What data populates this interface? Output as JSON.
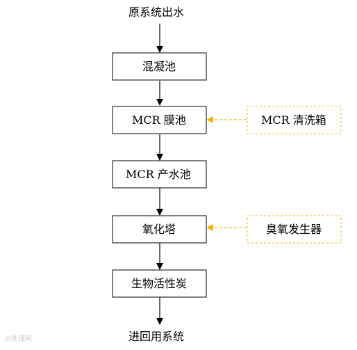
{
  "diagram": {
    "start_label": "原系统出水",
    "end_label": "进回用系统",
    "steps": [
      {
        "label": "混凝池"
      },
      {
        "label": "MCR 膜池",
        "aux": "MCR 清洗箱"
      },
      {
        "label": "MCR 产水池"
      },
      {
        "label": "氧化塔",
        "aux": "臭氧发生器"
      },
      {
        "label": "生物活性炭"
      }
    ],
    "colors": {
      "box_stroke": "#000000",
      "arrow": "#000000",
      "aux_dashed": "#f5b400"
    }
  },
  "watermark": "水处理网"
}
